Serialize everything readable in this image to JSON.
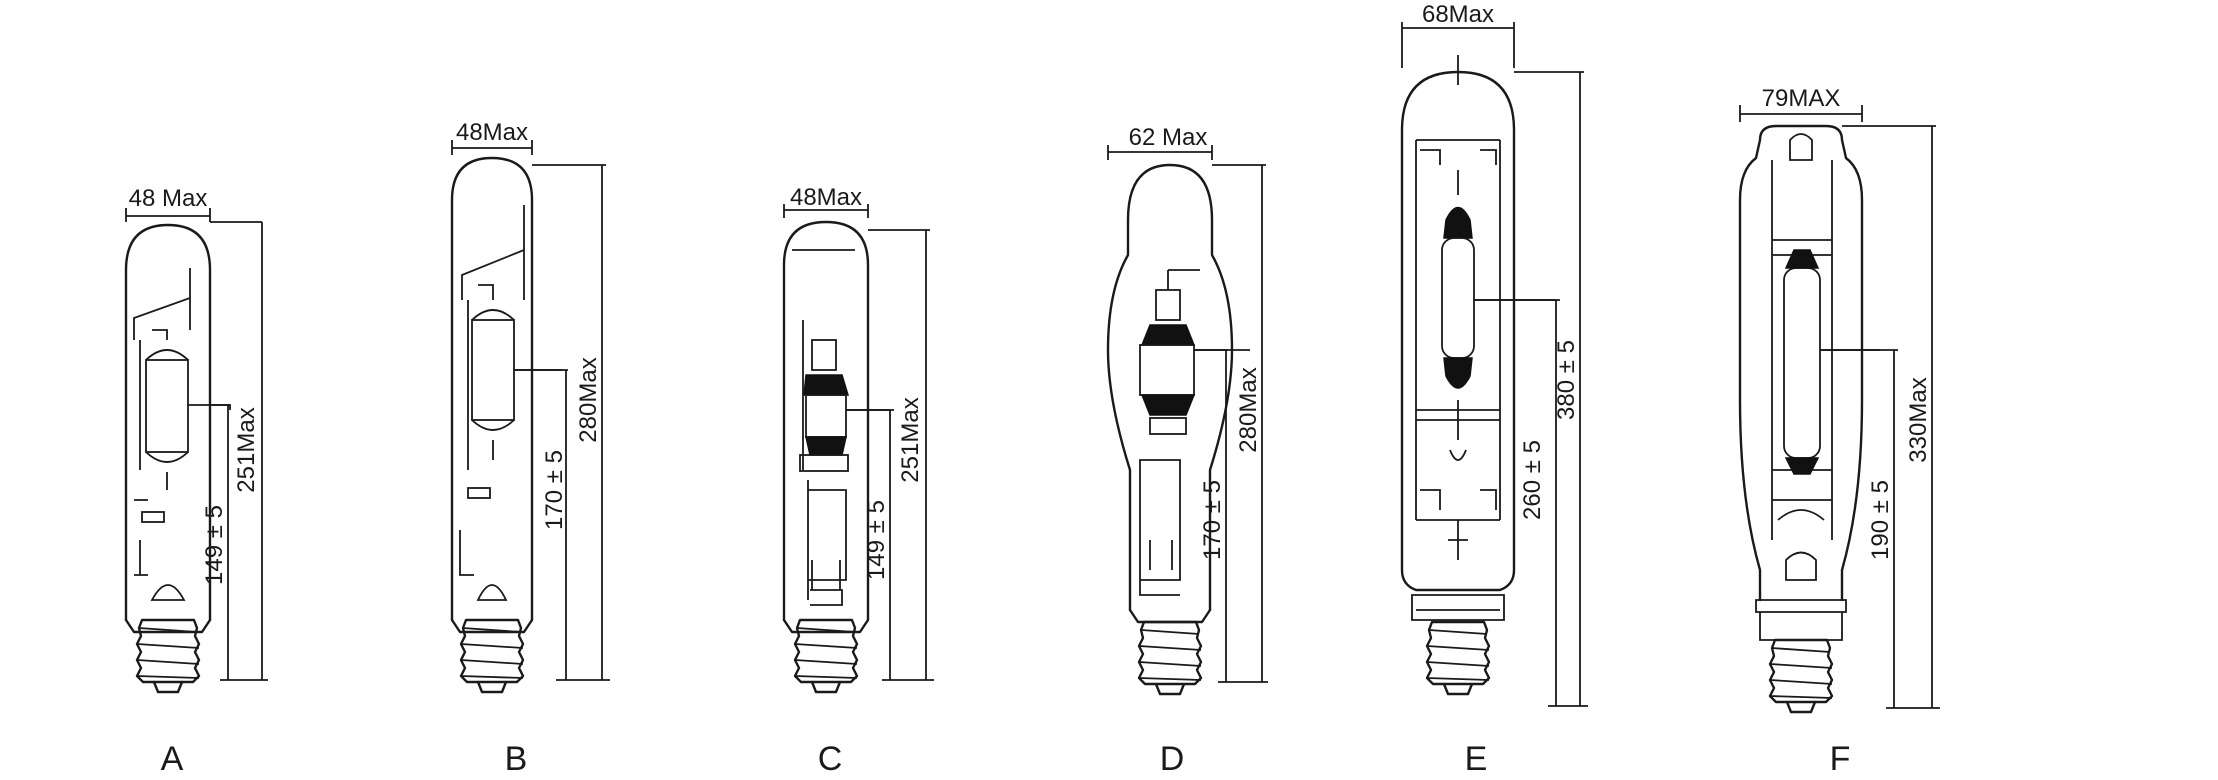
{
  "lamps": [
    {
      "letter": "A",
      "width_label": "48 Max",
      "overall_label": "251Max",
      "center_label": "149 ± 5"
    },
    {
      "letter": "B",
      "width_label": "48Max",
      "overall_label": "280Max",
      "center_label": "170 ± 5"
    },
    {
      "letter": "C",
      "width_label": "48Max",
      "overall_label": "251Max",
      "center_label": "149 ± 5"
    },
    {
      "letter": "D",
      "width_label": "62 Max",
      "overall_label": "280Max",
      "center_label": "170 ± 5"
    },
    {
      "letter": "E",
      "width_label": "68Max",
      "overall_label": "380 ± 5",
      "center_label": "260 ± 5"
    },
    {
      "letter": "F",
      "width_label": "79MAX",
      "overall_label": "330Max",
      "center_label": "190 ± 5"
    }
  ]
}
